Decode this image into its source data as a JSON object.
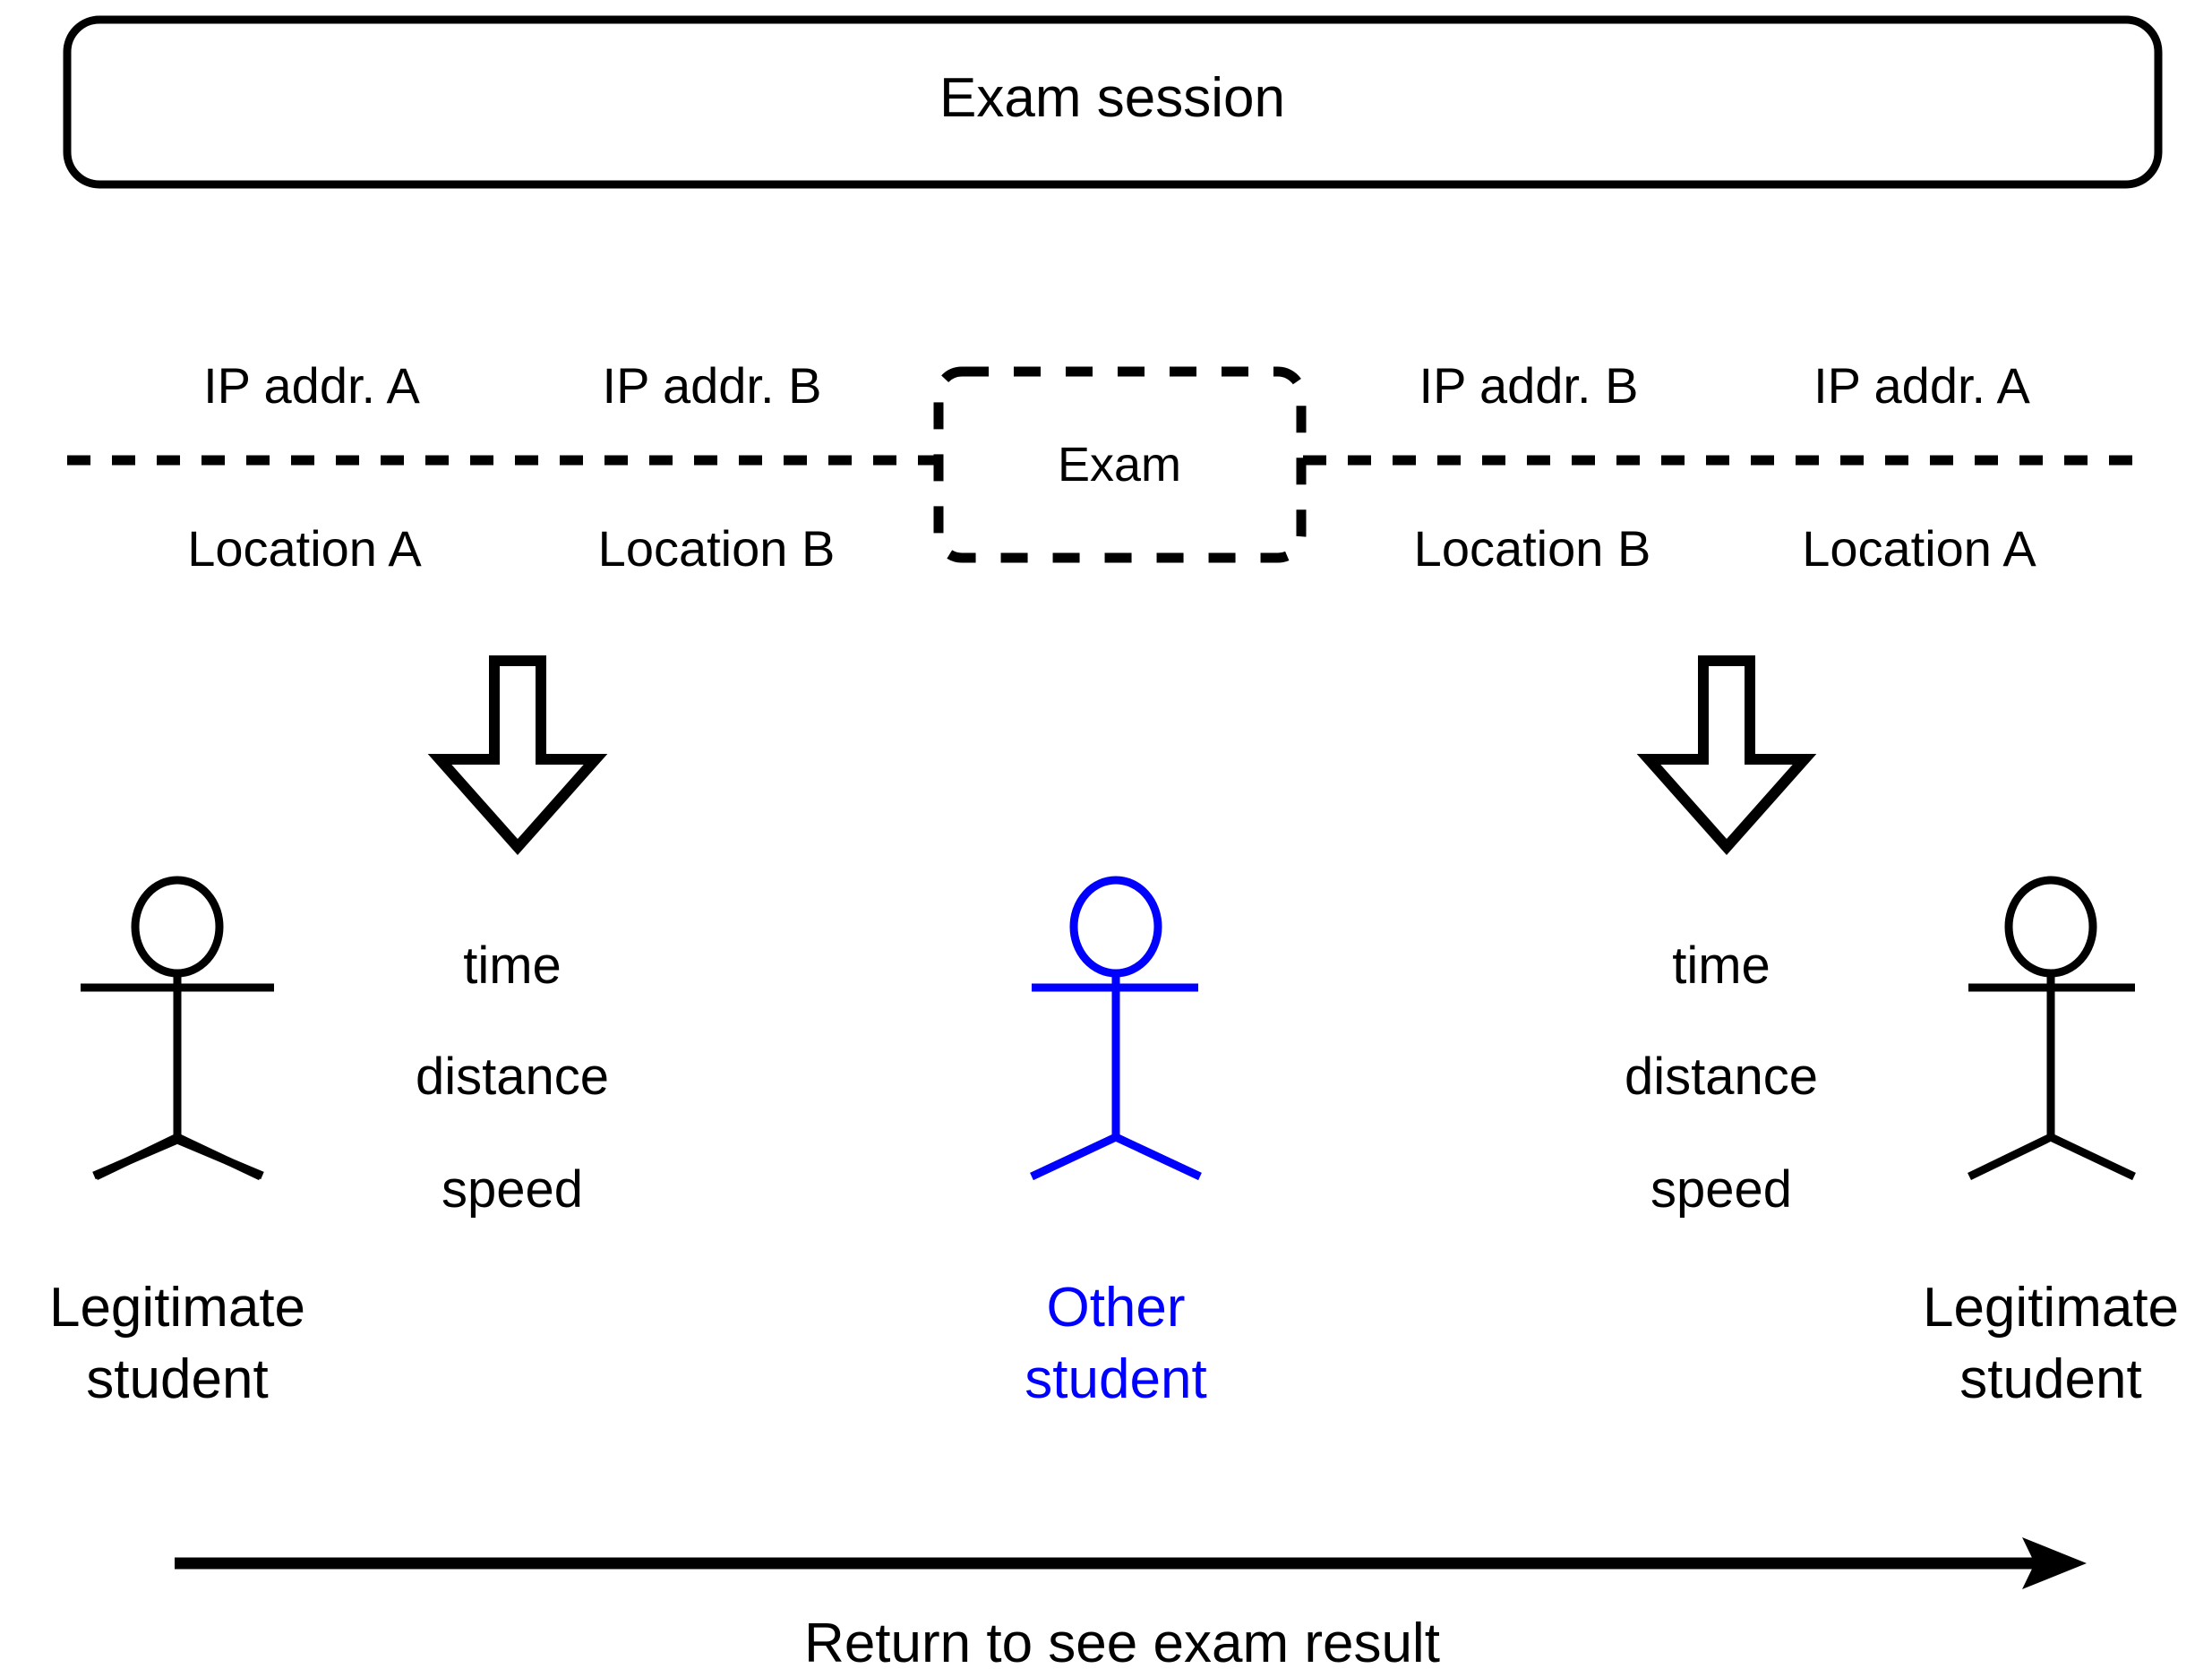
{
  "diagram": {
    "title_box": {
      "label": "Exam session"
    },
    "timeline": {
      "exam_box_label": "Exam",
      "segments": [
        {
          "ip_label": "IP addr. A",
          "location_label": "Location A"
        },
        {
          "ip_label": "IP addr. B",
          "location_label": "Location B"
        },
        {
          "ip_label": "IP addr. B",
          "location_label": "Location B"
        },
        {
          "ip_label": "IP addr. A",
          "location_label": "Location A"
        }
      ]
    },
    "metrics": {
      "left": [
        "time",
        "distance",
        "speed"
      ],
      "right": [
        "time",
        "distance",
        "speed"
      ]
    },
    "actors": [
      {
        "id": "legitimate-student-left",
        "line1": "Legitimate",
        "line2": "student",
        "color": "#000000"
      },
      {
        "id": "other-student",
        "line1": "Other",
        "line2": "student",
        "color": "#0000ff"
      },
      {
        "id": "legitimate-student-right",
        "line1": "Legitimate",
        "line2": "student",
        "color": "#000000"
      }
    ],
    "bottom_arrow": {
      "caption": "Return to see exam result"
    },
    "colors": {
      "stroke": "#000000",
      "highlight": "#0000ff",
      "background": "#ffffff"
    }
  }
}
